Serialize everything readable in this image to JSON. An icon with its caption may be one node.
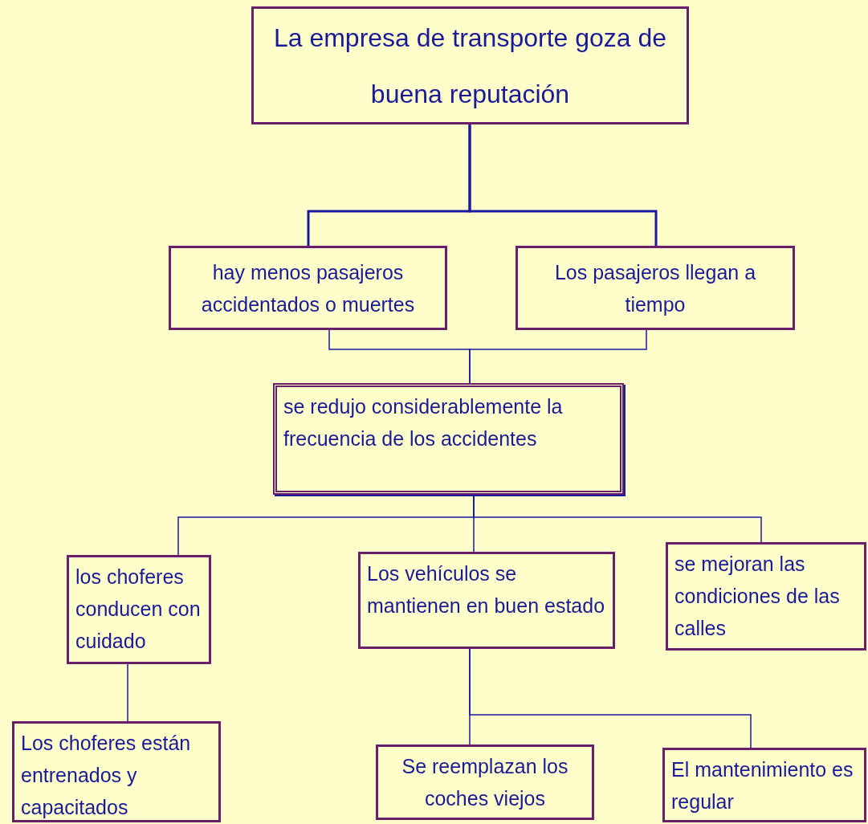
{
  "diagram": {
    "nodes": [
      {
        "text": [
          "La empresa de transporte goza de buena reputación"
        ]
      },
      {
        "text": [
          "hay menos pasajeros accidentados o muertes"
        ]
      },
      {
        "text": [
          "Los pasajeros llegan a tiempo"
        ]
      },
      {
        "text": [
          "se redujo considerablemente la frecuencia de los accidentes"
        ]
      },
      {
        "text": [
          "los choferes conducen con cuidado"
        ]
      },
      {
        "text": [
          "Los vehículos se mantienen en buen estado"
        ]
      },
      {
        "text": [
          "se mejoran las condiciones de las calles"
        ]
      },
      {
        "text": [
          "Los choferes están entrenados y capacitados"
        ]
      },
      {
        "text": [
          "Se reemplazan los coches viejos"
        ]
      },
      {
        "text": [
          "El mantenimiento es regular"
        ]
      }
    ],
    "edges": [
      {
        "from": 1,
        "to": 0,
        "arrow": "none"
      },
      {
        "from": 2,
        "to": 0,
        "arrow": "none"
      },
      {
        "from": 3,
        "to": 1,
        "arrow": "none"
      },
      {
        "from": 3,
        "to": 2,
        "arrow": "none"
      },
      {
        "from": 4,
        "to": 3,
        "arrow": "none"
      },
      {
        "from": 5,
        "to": 3,
        "arrow": "none"
      },
      {
        "from": 6,
        "to": 3,
        "arrow": "none"
      },
      {
        "from": 7,
        "to": 4,
        "arrow": "none"
      },
      {
        "from": 8,
        "to": 5,
        "arrow": "none"
      },
      {
        "from": 9,
        "to": 5,
        "arrow": "none"
      }
    ]
  }
}
